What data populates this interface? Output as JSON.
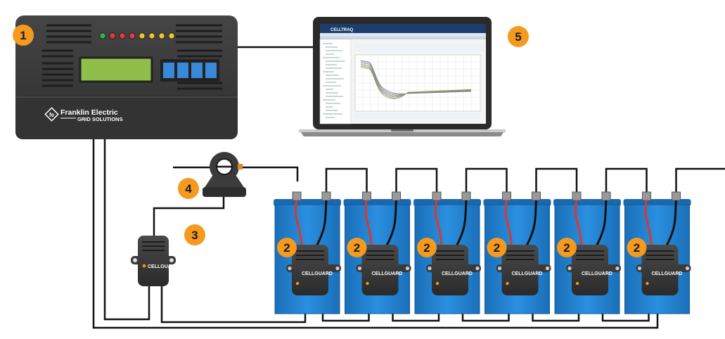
{
  "controller": {
    "brand_name": "Franklin Electric",
    "brand_sub": "GRID SOLUTIONS",
    "led_colors": [
      "#2db84a",
      "#e23b3b",
      "#e23b3b",
      "#e23b3b",
      "#f2c230",
      "#f2c230",
      "#f2c230",
      "#f2c230"
    ]
  },
  "laptop": {
    "app_title": "CELLTRAQ"
  },
  "sensor_unit": {
    "label": "CELLGUARD"
  },
  "batteries": {
    "count": 6,
    "module_label": "CELLGUARD",
    "body_color": "#1f7fcf"
  },
  "callouts": {
    "controller": "1",
    "battery_sensor": "2",
    "sensor_unit": "3",
    "current_sensor": "4",
    "laptop": "5"
  },
  "colors": {
    "badge": "#f59a1e",
    "housing": "#3b3b3b",
    "lcd": "#8fbf4a",
    "buttons": "#3a88d8",
    "wire": "#111111",
    "wire_red": "#d83a2a"
  }
}
